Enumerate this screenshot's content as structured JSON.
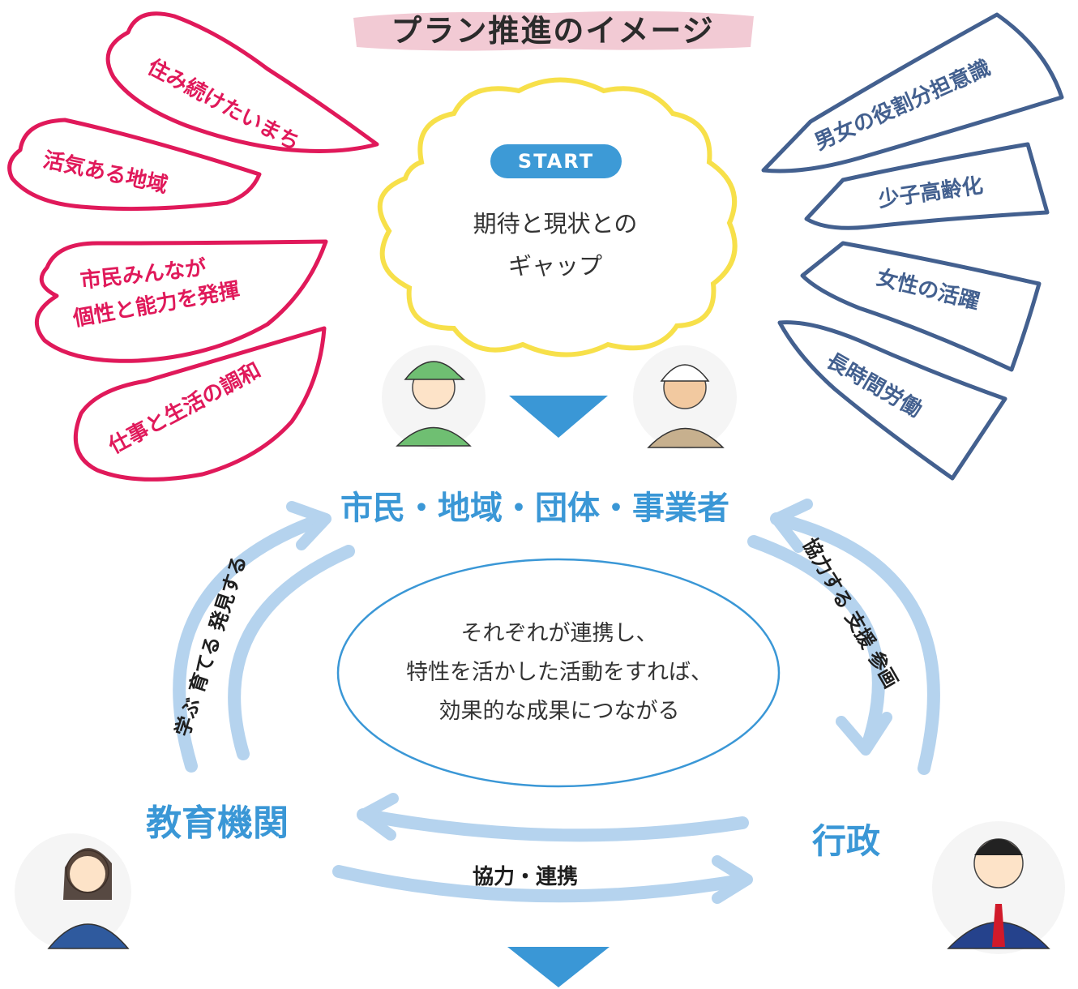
{
  "title": "プラン推進のイメージ",
  "start": {
    "badge": "START",
    "line1": "期待と現状との",
    "line2": "ギャップ"
  },
  "expectations": [
    {
      "line1": "住み続けたいまち",
      "line2": ""
    },
    {
      "line1": "活気ある地域",
      "line2": ""
    },
    {
      "line1": "市民みんなが",
      "line2": "個性と能力を発揮"
    },
    {
      "line1": "仕事と生活の調和",
      "line2": ""
    }
  ],
  "realities": [
    "男女の役割分担意識",
    "少子高齢化",
    "女性の活躍",
    "長時間労働"
  ],
  "actors": {
    "top": "市民・地域・団体・事業者",
    "left": "教育機関",
    "right": "行政"
  },
  "arrow_labels": {
    "left": "学ぶ 育てる 発見する",
    "right": "協力する 支援 参画",
    "bottom": "協力・連携"
  },
  "center": {
    "line1": "それぞれが連携し、",
    "line2": "特性を活かした活動をすれば、",
    "line3": "効果的な成果につながる"
  },
  "colors": {
    "expectation_outline": "#e0195a",
    "reality_outline": "#43608f",
    "cloud_outline": "#f7e04a",
    "accent_blue": "#3a97d6",
    "arrow_light_blue": "#b5d3ee",
    "title_band": "#f1c4cf"
  }
}
